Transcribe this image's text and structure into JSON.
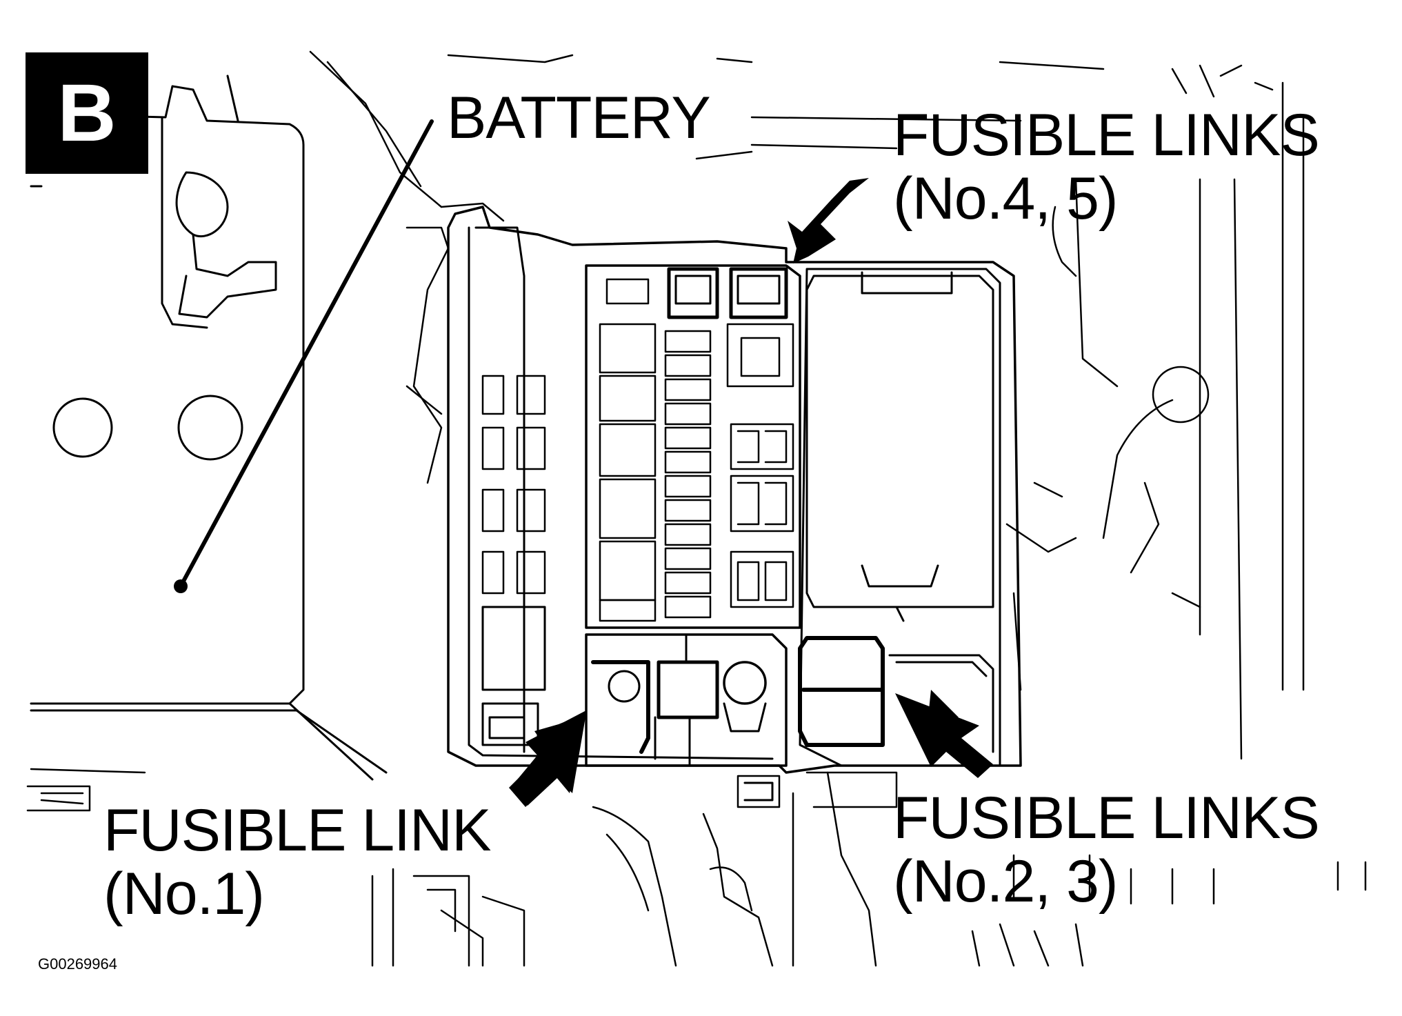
{
  "view_label": "B",
  "callouts": {
    "battery": "BATTERY",
    "fusible_links_45": [
      "FUSIBLE LINKS",
      "(No.4, 5)"
    ],
    "fusible_link_1": [
      "FUSIBLE LINK",
      "(No.1)"
    ],
    "fusible_links_23": [
      "FUSIBLE LINKS",
      "(No.2, 3)"
    ]
  },
  "figure_id": "G00269964"
}
